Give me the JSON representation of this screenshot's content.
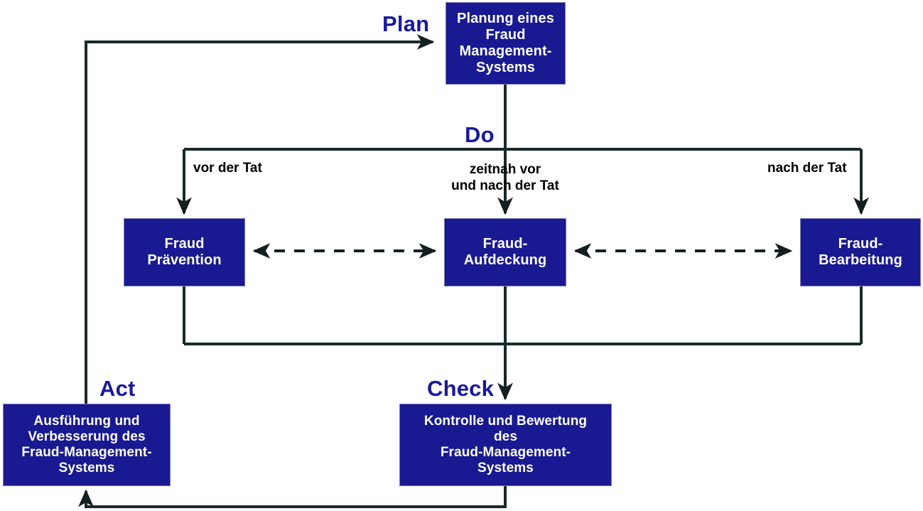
{
  "diagram": {
    "title": "Fraud Management System PDCA Cycle",
    "colors": {
      "box_fill": "#191991",
      "box_text": "#ffffff",
      "phase_label": "#19199b",
      "line": "#1b2b2b",
      "edge_label": "#000000",
      "background": "#ffffff"
    },
    "phases": [
      {
        "id": "plan",
        "label": "Plan"
      },
      {
        "id": "do",
        "label": "Do"
      },
      {
        "id": "check",
        "label": "Check"
      },
      {
        "id": "act",
        "label": "Act"
      }
    ],
    "nodes": [
      {
        "id": "planung",
        "label": "Planung eines\nFraud\nManagement-\nSystems"
      },
      {
        "id": "praevention",
        "label": "Fraud\nPrävention"
      },
      {
        "id": "aufdeckung",
        "label": "Fraud-\nAufdeckung"
      },
      {
        "id": "bearbeitung",
        "label": "Fraud-\nBearbeitung"
      },
      {
        "id": "kontrolle",
        "label": "Kontrolle und Bewertung\ndes\nFraud-Management-\nSystems"
      },
      {
        "id": "ausfuehrung",
        "label": "Ausführung und\nVerbesserung des\nFraud-Management-\nSystems"
      }
    ],
    "edge_labels": [
      {
        "id": "left-branch",
        "label": "vor der Tat"
      },
      {
        "id": "center-branch",
        "label": "zeitnah  vor\nund nach der Tat"
      },
      {
        "id": "right-branch",
        "label": "nach der Tat"
      }
    ],
    "connections": [
      {
        "from": "ausfuehrung",
        "to": "planung",
        "style": "solid",
        "arrow": "single"
      },
      {
        "from": "planung",
        "to": "do-split",
        "style": "solid",
        "arrow": "none"
      },
      {
        "from": "do-split",
        "to": "praevention",
        "style": "solid",
        "arrow": "single"
      },
      {
        "from": "do-split",
        "to": "aufdeckung",
        "style": "solid",
        "arrow": "single"
      },
      {
        "from": "do-split",
        "to": "bearbeitung",
        "style": "solid",
        "arrow": "single"
      },
      {
        "from": "praevention",
        "to": "aufdeckung",
        "style": "dashed",
        "arrow": "double"
      },
      {
        "from": "aufdeckung",
        "to": "bearbeitung",
        "style": "dashed",
        "arrow": "double"
      },
      {
        "from": "praevention",
        "to": "kontrolle",
        "style": "solid",
        "arrow": "single"
      },
      {
        "from": "aufdeckung",
        "to": "kontrolle",
        "style": "solid",
        "arrow": "single"
      },
      {
        "from": "bearbeitung",
        "to": "kontrolle",
        "style": "solid",
        "arrow": "single"
      },
      {
        "from": "kontrolle",
        "to": "ausfuehrung",
        "style": "solid",
        "arrow": "single"
      }
    ]
  }
}
